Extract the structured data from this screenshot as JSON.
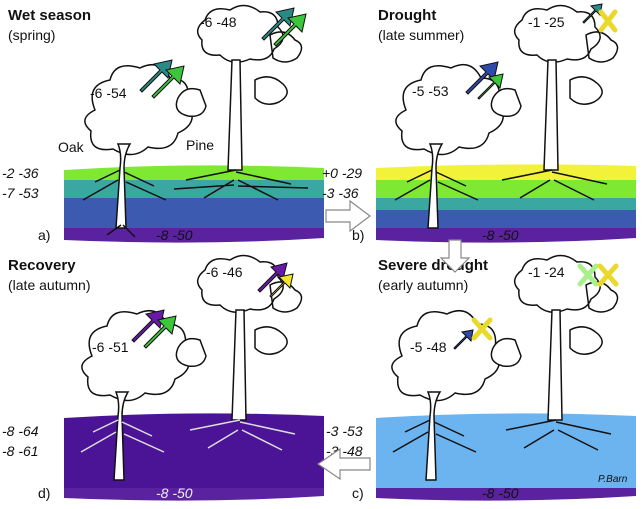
{
  "panels": {
    "a": {
      "title": "Wet season",
      "subtitle": "(spring)",
      "letter": "a)",
      "oak_label": "Oak",
      "pine_label": "Pine",
      "oak_value": "-6 -54",
      "pine_value": "-6 -48",
      "soil_top": "-2 -36",
      "soil_mid": "-7 -53",
      "soil_bottom": "-8 -50",
      "layer_colors": [
        "#7ee832",
        "#3aa7a0",
        "#3c5bb0",
        "#5b22a0"
      ]
    },
    "b": {
      "title": "Drought",
      "subtitle": "(late summer)",
      "letter": "b)",
      "oak_value": "-5 -53",
      "pine_value": "-1 -25",
      "soil_top": "+0 -29",
      "soil_mid": "-3 -36",
      "soil_bottom": "-8 -50",
      "layer_colors": [
        "#f2f23a",
        "#7ee832",
        "#3aa7a0",
        "#3c5bb0",
        "#5b22a0"
      ]
    },
    "c": {
      "title": "Severe drought",
      "subtitle": "(early autumn)",
      "letter": "c)",
      "oak_value": "-5 -48",
      "pine_value": "-1 -24",
      "soil_top": "-3 -53",
      "soil_mid": "-3 -48",
      "soil_bottom": "-8 -50",
      "signature": "P.Barn",
      "layer_colors": [
        "#6cb4f0",
        "#5b22a0"
      ]
    },
    "d": {
      "title": "Recovery",
      "subtitle": "(late autumn)",
      "letter": "d)",
      "oak_value": "-6 -51",
      "pine_value": "-6 -46",
      "soil_top": "-8 -64",
      "soil_mid": "-8 -61",
      "soil_bottom": "-8 -50",
      "layer_colors": [
        "#4b1496",
        "#5b22a0"
      ]
    }
  },
  "arrow_colors": {
    "green": "#3cc63c",
    "teal": "#2a8a88",
    "blue": "#2e49a8",
    "purple": "#6a1aa8",
    "yellow": "#f5e62a",
    "light_green": "#a8f08a"
  }
}
